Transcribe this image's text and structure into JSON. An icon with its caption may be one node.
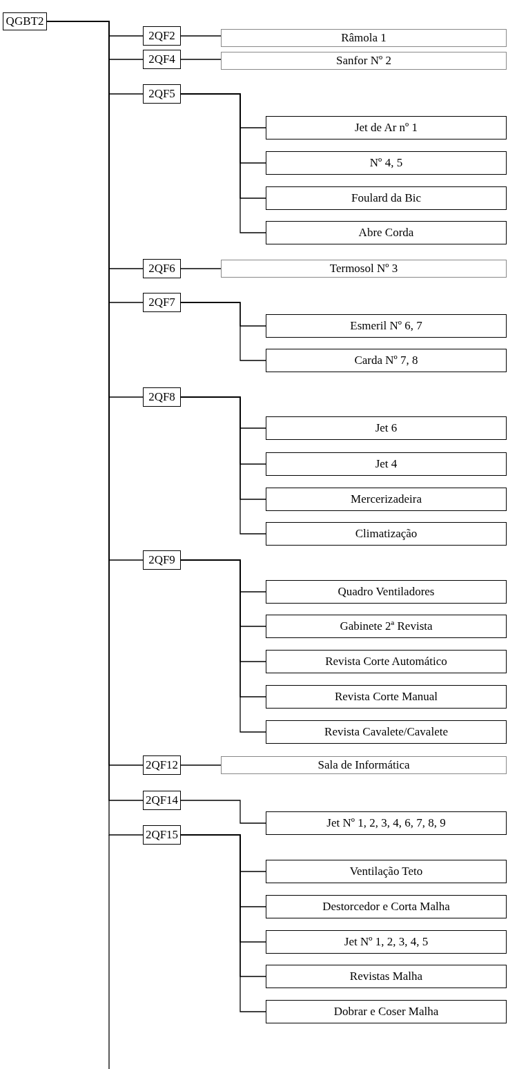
{
  "diagram": {
    "nodes": [
      {
        "text": [
          "QGBT2"
        ]
      },
      {
        "text": [
          "2QF2"
        ]
      },
      {
        "text": [
          "Râmola 1"
        ]
      },
      {
        "text": [
          "2QF4"
        ]
      },
      {
        "text": [
          "Sanfor Nº 2"
        ]
      },
      {
        "text": [
          "2QF5"
        ]
      },
      {
        "text": [
          "Jet de Ar nº 1"
        ]
      },
      {
        "text": [
          "Nº 4, 5"
        ]
      },
      {
        "text": [
          "Foulard da Bic"
        ]
      },
      {
        "text": [
          "Abre Corda"
        ]
      },
      {
        "text": [
          "2QF6"
        ]
      },
      {
        "text": [
          "Termosol Nº 3"
        ]
      },
      {
        "text": [
          "2QF7"
        ]
      },
      {
        "text": [
          "Esmeril Nº 6, 7"
        ]
      },
      {
        "text": [
          "Carda Nº 7, 8"
        ]
      },
      {
        "text": [
          "2QF8"
        ]
      },
      {
        "text": [
          "Jet 6"
        ]
      },
      {
        "text": [
          "Jet 4"
        ]
      },
      {
        "text": [
          "Mercerizadeira"
        ]
      },
      {
        "text": [
          "Climatização"
        ]
      },
      {
        "text": [
          "2QF9"
        ]
      },
      {
        "text": [
          "Quadro Ventiladores"
        ]
      },
      {
        "text": [
          "Gabinete 2ª Revista"
        ]
      },
      {
        "text": [
          "Revista Corte Automático"
        ]
      },
      {
        "text": [
          "Revista Corte Manual"
        ]
      },
      {
        "text": [
          "Revista Cavalete/Cavalete"
        ]
      },
      {
        "text": [
          "2QF12"
        ]
      },
      {
        "text": [
          "Sala de Informática"
        ]
      },
      {
        "text": [
          "2QF14"
        ]
      },
      {
        "text": [
          "Jet Nº 1, 2, 3, 4, 6, 7, 8, 9"
        ]
      },
      {
        "text": [
          "2QF15"
        ]
      },
      {
        "text": [
          "Ventilação Teto"
        ]
      },
      {
        "text": [
          "Destorcedor e Corta Malha"
        ]
      },
      {
        "text": [
          "Jet Nº 1, 2, 3, 4, 5"
        ]
      },
      {
        "text": [
          "Revistas Malha"
        ]
      },
      {
        "text": [
          "Dobrar e Coser Malha"
        ]
      }
    ],
    "edges": [
      {
        "from": 0,
        "to": 1,
        "arrow": "none"
      },
      {
        "from": 0,
        "to": 3,
        "arrow": "none"
      },
      {
        "from": 0,
        "to": 5,
        "arrow": "none"
      },
      {
        "from": 0,
        "to": 10,
        "arrow": "none"
      },
      {
        "from": 0,
        "to": 12,
        "arrow": "none"
      },
      {
        "from": 0,
        "to": 15,
        "arrow": "none"
      },
      {
        "from": 0,
        "to": 20,
        "arrow": "none"
      },
      {
        "from": 0,
        "to": 26,
        "arrow": "none"
      },
      {
        "from": 0,
        "to": 28,
        "arrow": "none"
      },
      {
        "from": 0,
        "to": 30,
        "arrow": "none"
      },
      {
        "from": 1,
        "to": 2,
        "arrow": "none"
      },
      {
        "from": 3,
        "to": 4,
        "arrow": "none"
      },
      {
        "from": 5,
        "to": 6,
        "arrow": "none"
      },
      {
        "from": 5,
        "to": 7,
        "arrow": "none"
      },
      {
        "from": 5,
        "to": 8,
        "arrow": "none"
      },
      {
        "from": 5,
        "to": 9,
        "arrow": "none"
      },
      {
        "from": 10,
        "to": 11,
        "arrow": "none"
      },
      {
        "from": 12,
        "to": 13,
        "arrow": "none"
      },
      {
        "from": 12,
        "to": 14,
        "arrow": "none"
      },
      {
        "from": 15,
        "to": 16,
        "arrow": "none"
      },
      {
        "from": 15,
        "to": 17,
        "arrow": "none"
      },
      {
        "from": 15,
        "to": 18,
        "arrow": "none"
      },
      {
        "from": 15,
        "to": 19,
        "arrow": "none"
      },
      {
        "from": 20,
        "to": 21,
        "arrow": "none"
      },
      {
        "from": 20,
        "to": 22,
        "arrow": "none"
      },
      {
        "from": 20,
        "to": 23,
        "arrow": "none"
      },
      {
        "from": 20,
        "to": 24,
        "arrow": "none"
      },
      {
        "from": 20,
        "to": 25,
        "arrow": "none"
      },
      {
        "from": 26,
        "to": 27,
        "arrow": "none"
      },
      {
        "from": 28,
        "to": 29,
        "arrow": "none"
      },
      {
        "from": 30,
        "to": 31,
        "arrow": "none"
      },
      {
        "from": 30,
        "to": 32,
        "arrow": "none"
      },
      {
        "from": 30,
        "to": 33,
        "arrow": "none"
      },
      {
        "from": 30,
        "to": 34,
        "arrow": "none"
      },
      {
        "from": 30,
        "to": 35,
        "arrow": "none"
      }
    ]
  }
}
